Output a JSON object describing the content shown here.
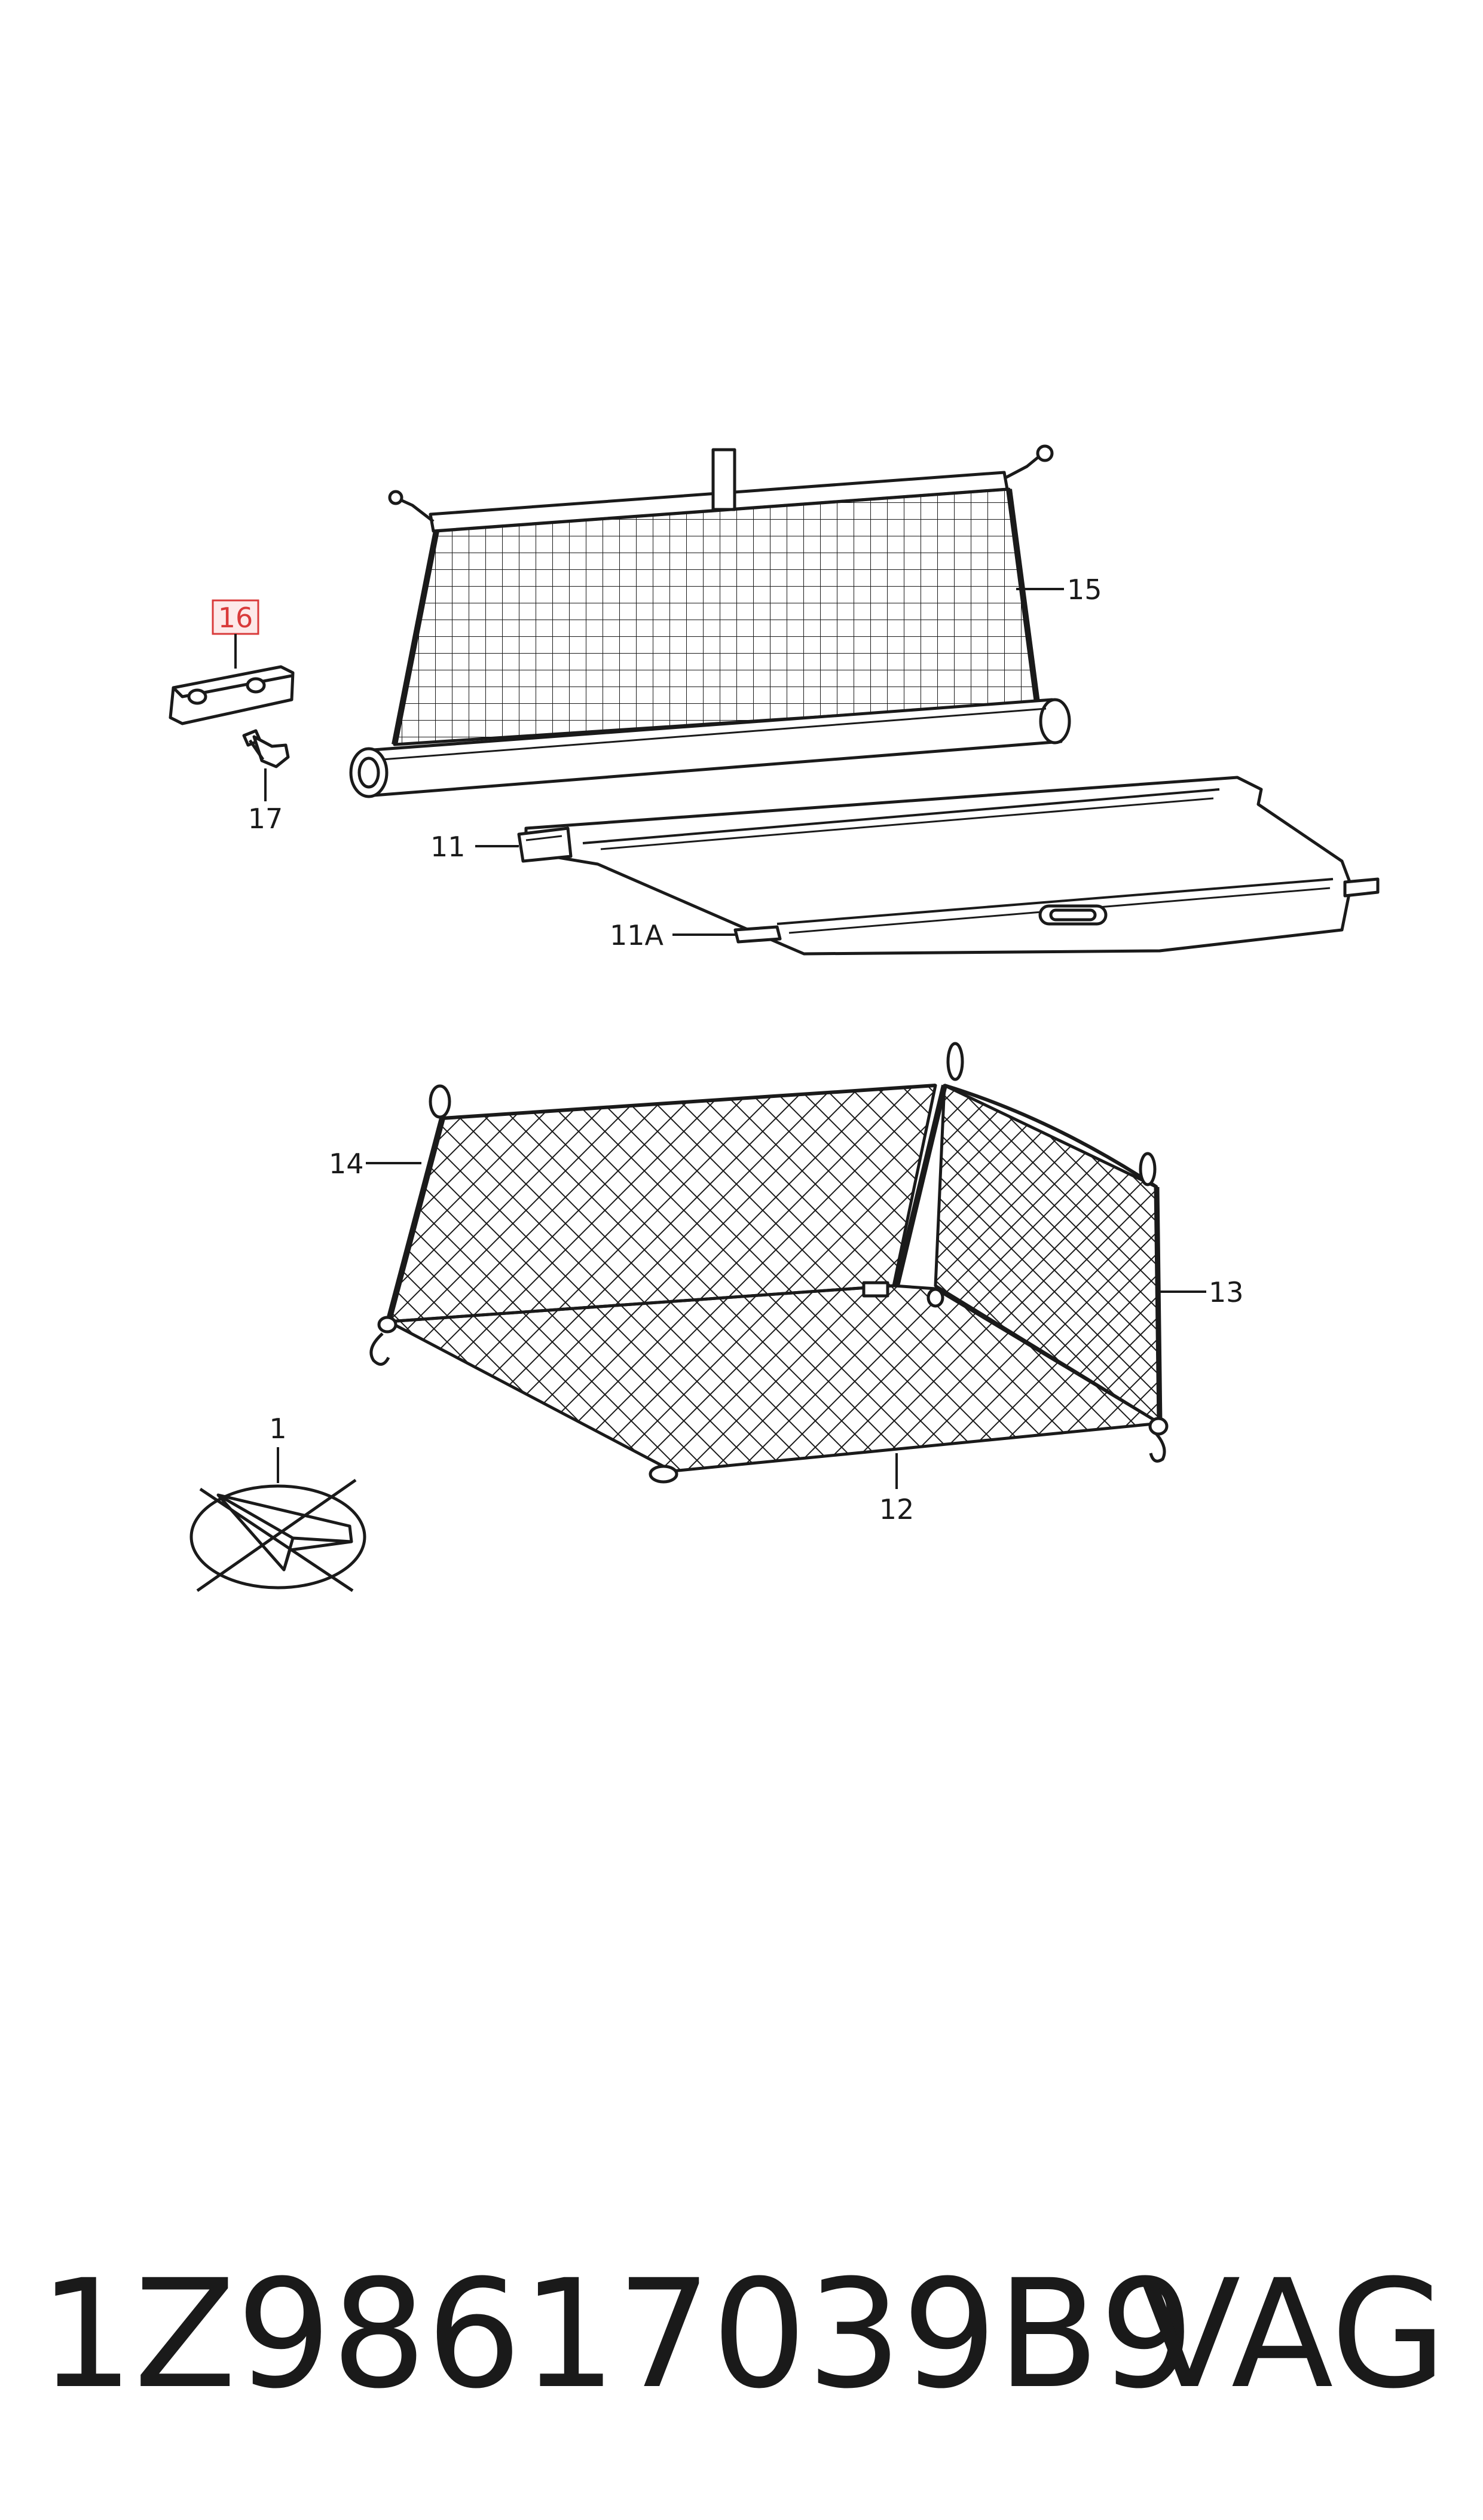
{
  "diagram": {
    "callouts": {
      "c1": "1",
      "c11": "11",
      "c11a": "11A",
      "c12": "12",
      "c13": "13",
      "c14": "14",
      "c15": "15",
      "c16": "16",
      "c17": "17"
    },
    "highlighted_callout": "16",
    "highlight_color": "#d93a3a",
    "line_color": "#1a1a1a"
  },
  "footer": {
    "part_number": "1Z98617039B9",
    "brand": "VAG"
  }
}
